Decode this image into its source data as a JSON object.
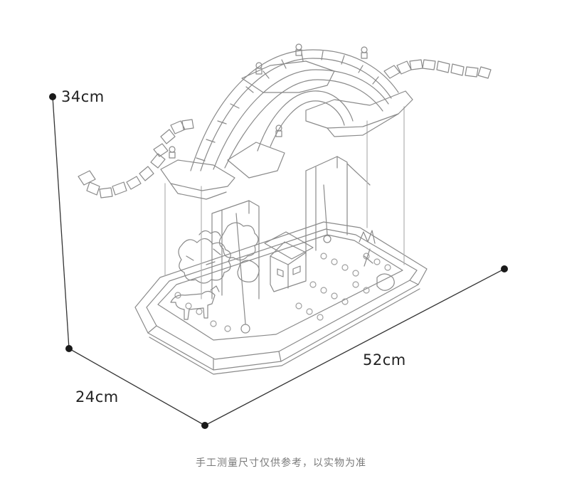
{
  "dimensions": {
    "height": "34cm",
    "width": "52cm",
    "depth": "24cm"
  },
  "note": "手工测量尺寸仅供参考，以实物为准",
  "colors": {
    "line": "#333333",
    "dot": "#1a1a1a",
    "model_stroke": "#8a8a8a"
  }
}
